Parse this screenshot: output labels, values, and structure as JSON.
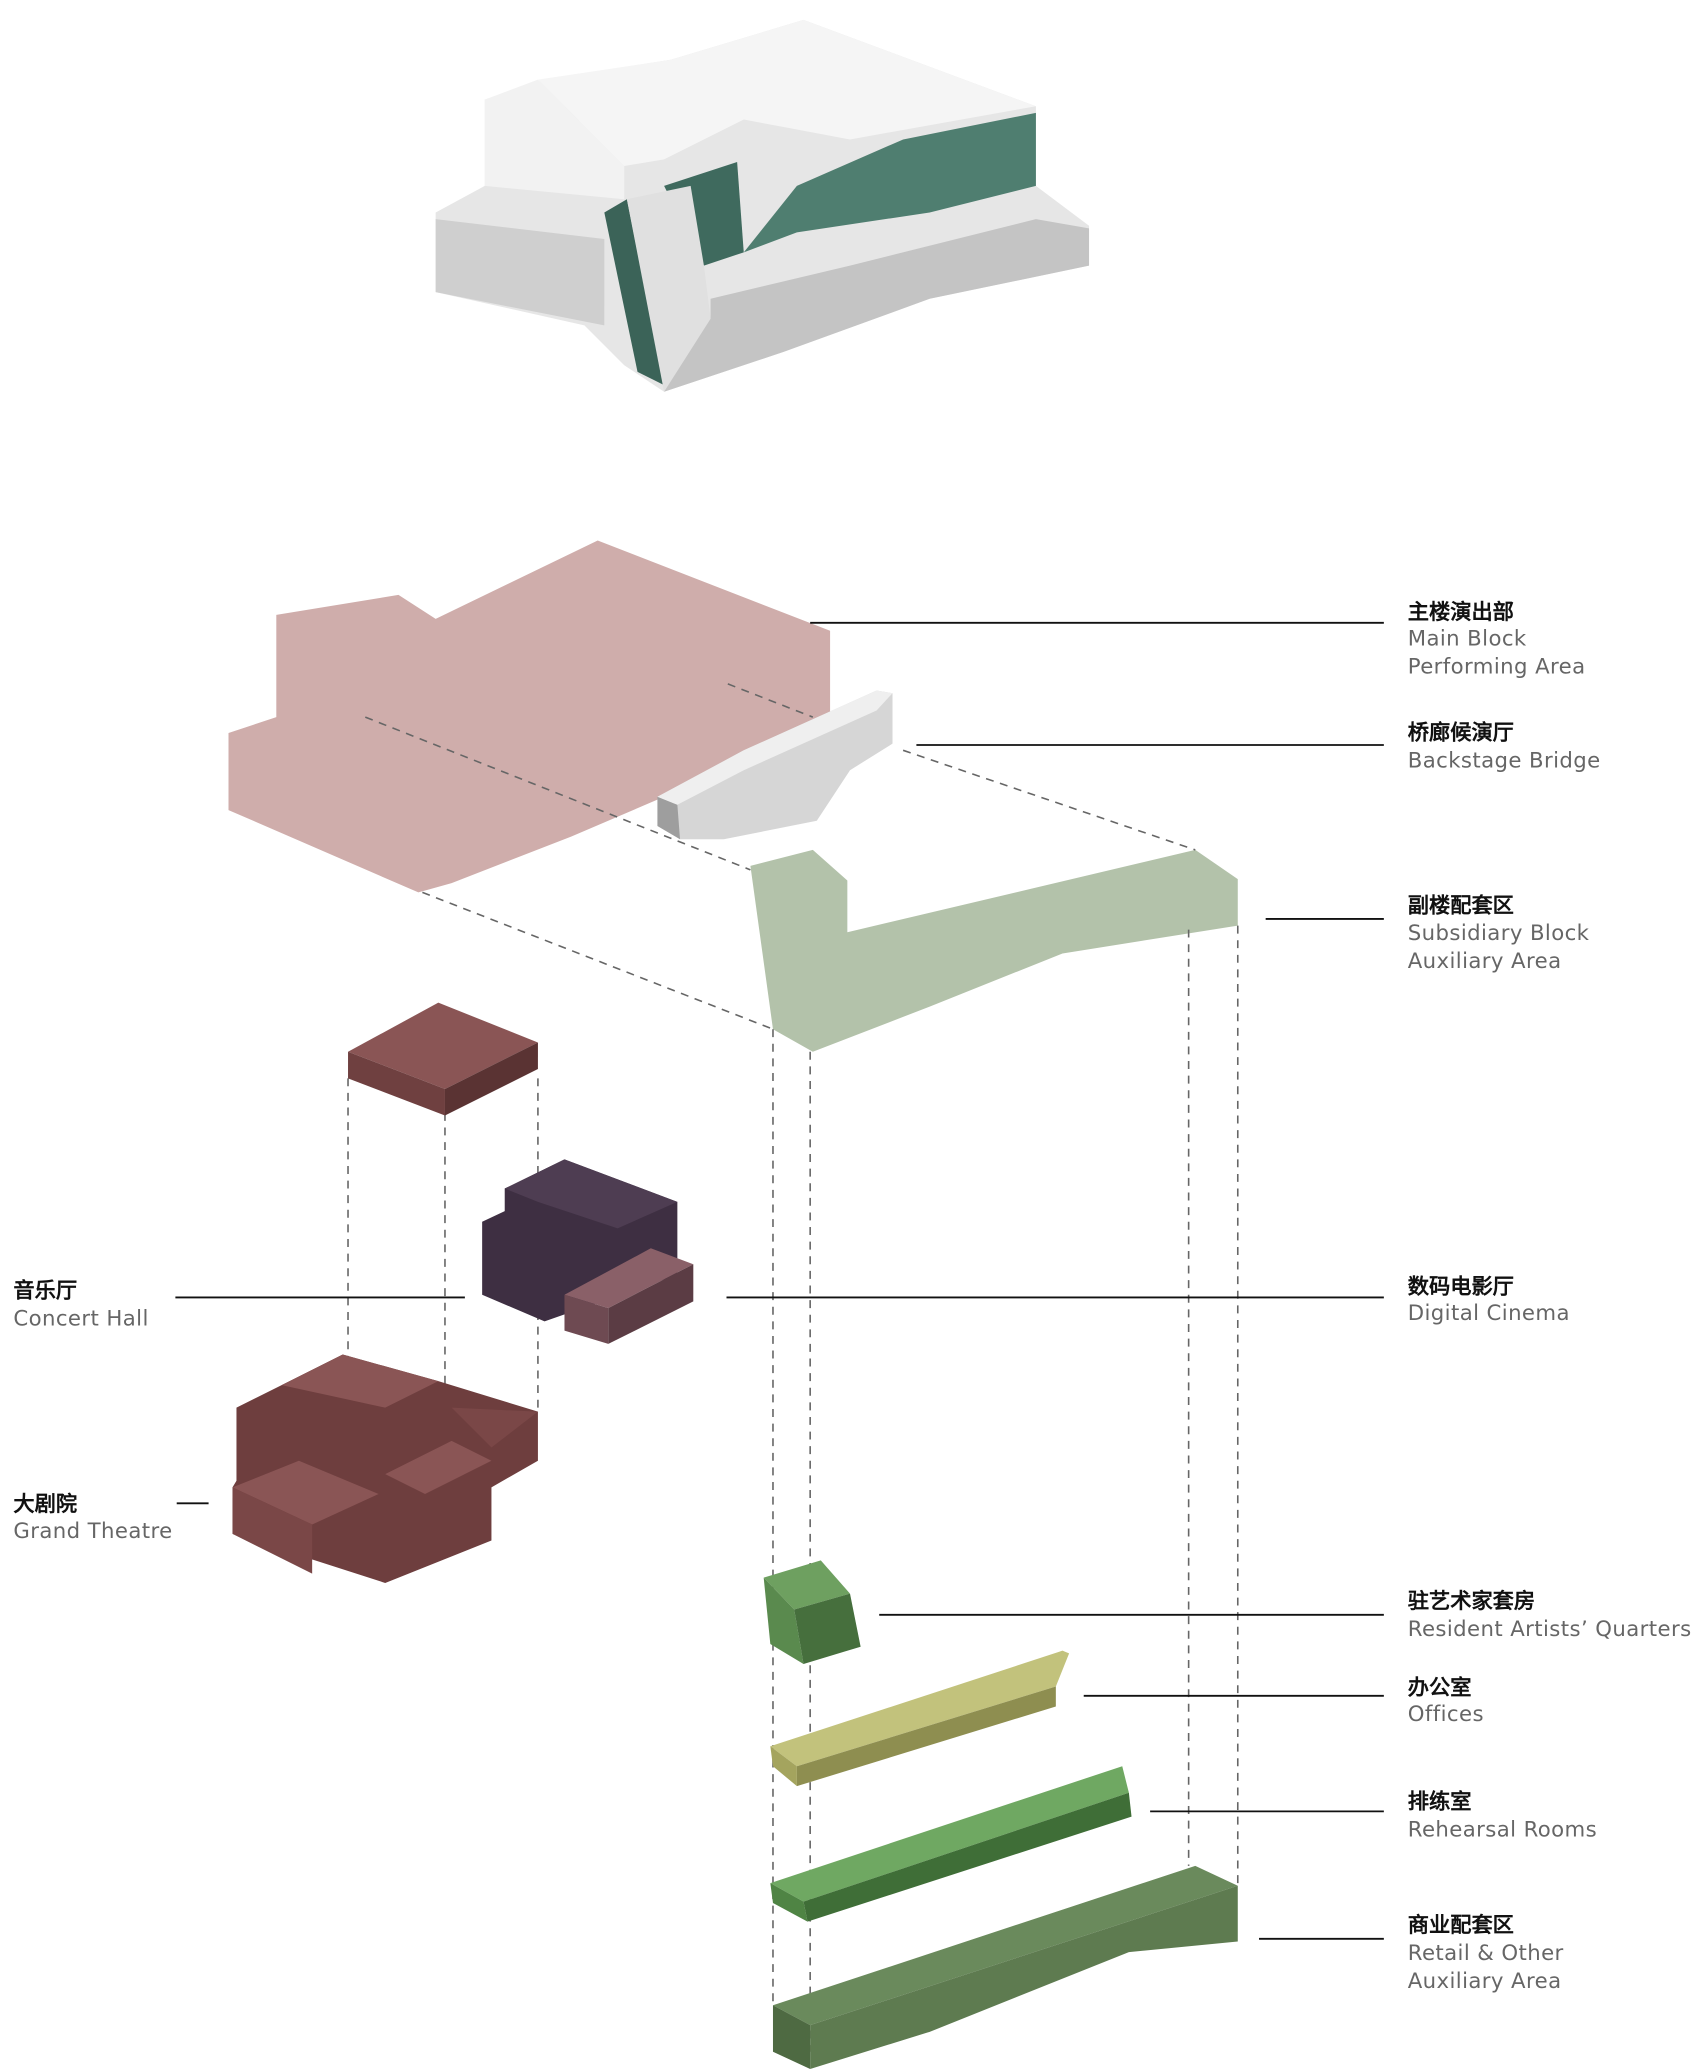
{
  "labels": {
    "main_block": {
      "zh": "主楼演出部",
      "en1": "Main Block",
      "en2": "Performing Area"
    },
    "backstage_bridge": {
      "zh": "桥廊候演厅",
      "en1": "Backstage Bridge"
    },
    "subsidiary_block": {
      "zh": "副楼配套区",
      "en1": "Subsidiary Block",
      "en2": "Auxiliary Area"
    },
    "concert_hall": {
      "zh": "音乐厅",
      "en1": "Concert Hall"
    },
    "digital_cinema": {
      "zh": "数码电影厅",
      "en1": "Digital Cinema"
    },
    "grand_theatre": {
      "zh": "大剧院",
      "en1": "Grand Theatre"
    },
    "resident_artists": {
      "zh": "驻艺术家套房",
      "en1": "Resident Artists’ Quarters"
    },
    "offices": {
      "zh": "办公室",
      "en1": "Offices"
    },
    "rehearsal_rooms": {
      "zh": "排练室",
      "en1": "Rehearsal Rooms"
    },
    "retail": {
      "zh": "商业配套区",
      "en1": "Retail & Other",
      "en2": "Auxiliary Area"
    }
  },
  "colors": {
    "main_block": "#cfadab",
    "subsidiary_block": "#b3c2aa",
    "glass": "#3f6a5e",
    "concert_hall_top": "#8a5555",
    "cinema_dark": "#3e2f42",
    "grand_theatre": "#7a4444",
    "resident": "#5a8a4e",
    "offices": "#c2c27c",
    "rehearsal": "#6fa862",
    "retail": "#5e7b50"
  }
}
